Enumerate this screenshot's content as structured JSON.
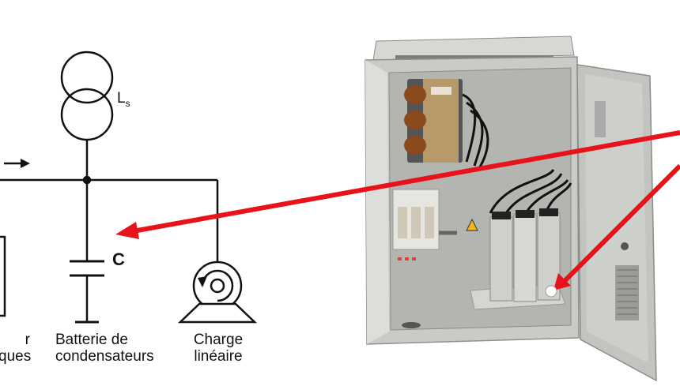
{
  "diagram": {
    "transformer_label": "L",
    "transformer_subscript": "s",
    "capacitor_symbol": "C",
    "left_label_line1": "r",
    "left_label_line2": "ques",
    "capacitor_bank_line1": "Batterie de",
    "capacitor_bank_line2": "condensateurs",
    "load_line1": "Charge",
    "load_line2": "linéaire"
  },
  "colors": {
    "arrow": "#e8121a",
    "line": "#111111",
    "cabinet": "#c9cbc7",
    "cabinet_inner": "#b8bab6"
  }
}
